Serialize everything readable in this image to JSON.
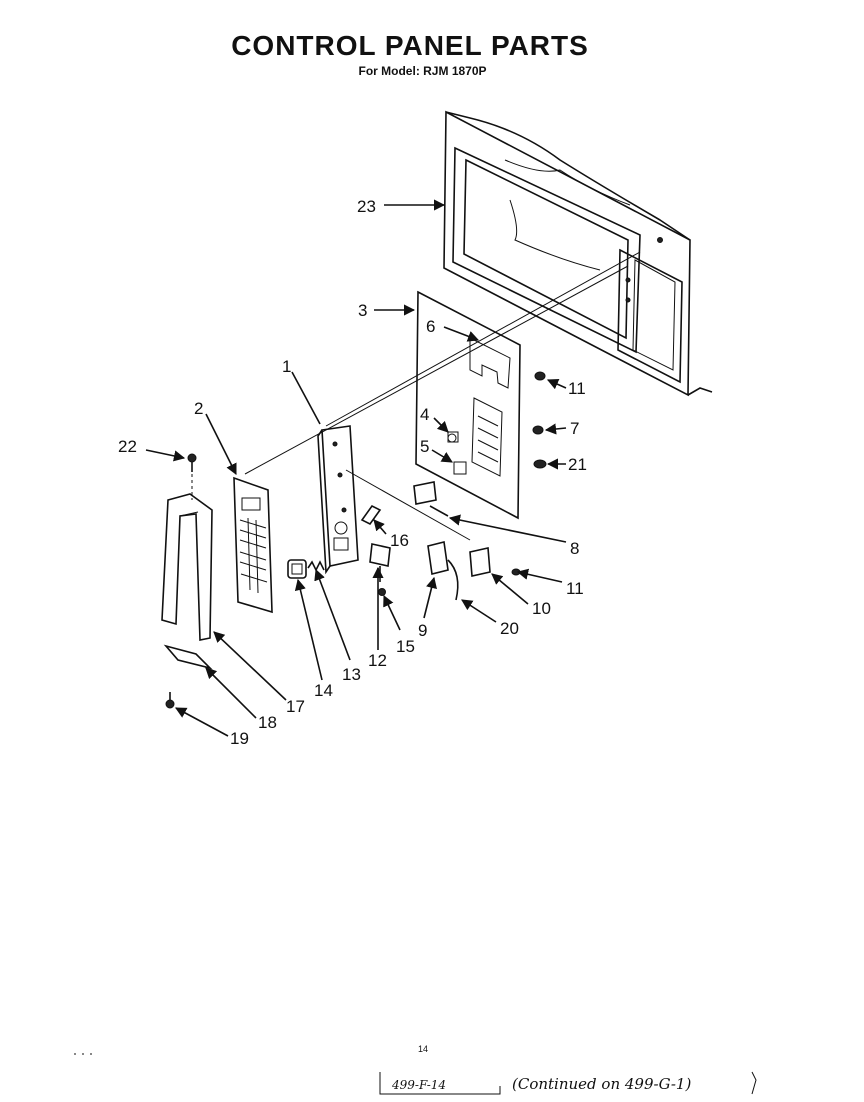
{
  "header": {
    "title": "CONTROL PANEL PARTS",
    "subtitle": "For Model: RJM 1870P"
  },
  "callouts": {
    "c1": "1",
    "c2": "2",
    "c3": "3",
    "c4": "4",
    "c5": "5",
    "c6": "6",
    "c7": "7",
    "c8": "8",
    "c9": "9",
    "c10": "10",
    "c11a": "11",
    "c11b": "11",
    "c12": "12",
    "c13": "13",
    "c14": "14",
    "c15": "15",
    "c16": "16",
    "c17": "17",
    "c18": "18",
    "c19": "19",
    "c20": "20",
    "c21": "21",
    "c22": "22",
    "c23": "23"
  },
  "footer": {
    "mark": "14",
    "page_code": "499-F-14",
    "continued": "(Continued on 499-G-1)"
  }
}
